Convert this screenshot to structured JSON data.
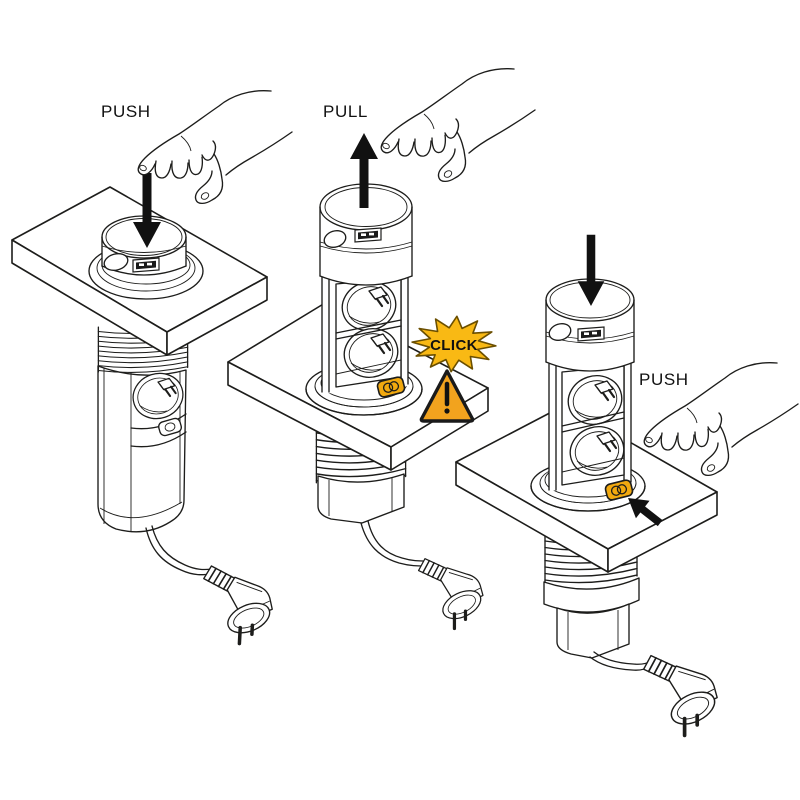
{
  "diagram": {
    "background": "#ffffff",
    "line_color": "#1d1d1b",
    "accent_colors": {
      "click_star_fill": "#F9B914",
      "click_star_stroke": "#6b4f00",
      "warning_fill": "#F2A31E",
      "warning_stroke": "#1a1a1a",
      "release_button_fill": "#F2A90F"
    },
    "steps": [
      {
        "id": 1,
        "action": "PUSH"
      },
      {
        "id": 2,
        "action": "PULL",
        "result": "CLICK"
      },
      {
        "id": 3,
        "action": "PUSH"
      }
    ]
  }
}
